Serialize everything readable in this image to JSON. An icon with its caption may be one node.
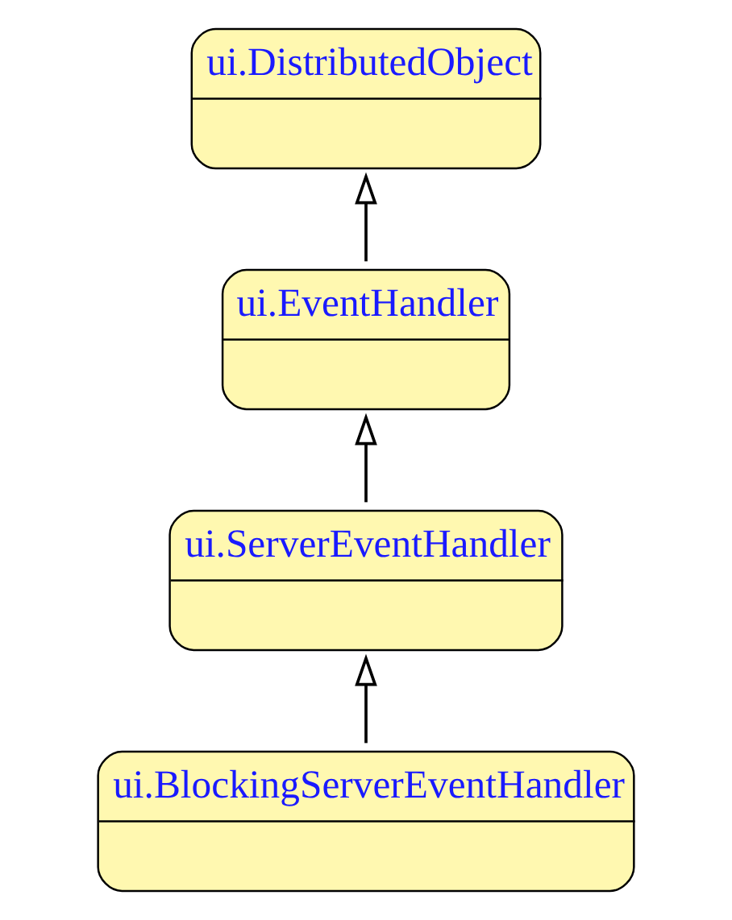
{
  "diagram": {
    "nodes": [
      {
        "text": [
          "ui.DistributedObject"
        ]
      },
      {
        "text": [
          "ui.EventHandler"
        ]
      },
      {
        "text": [
          "ui.ServerEventHandler"
        ]
      },
      {
        "text": [
          "ui.BlockingServerEventHandler"
        ]
      }
    ],
    "edges": [
      {
        "from": 1,
        "to": 0,
        "arrow": "to"
      },
      {
        "from": 2,
        "to": 1,
        "arrow": "to"
      },
      {
        "from": 3,
        "to": 2,
        "arrow": "to"
      }
    ]
  }
}
